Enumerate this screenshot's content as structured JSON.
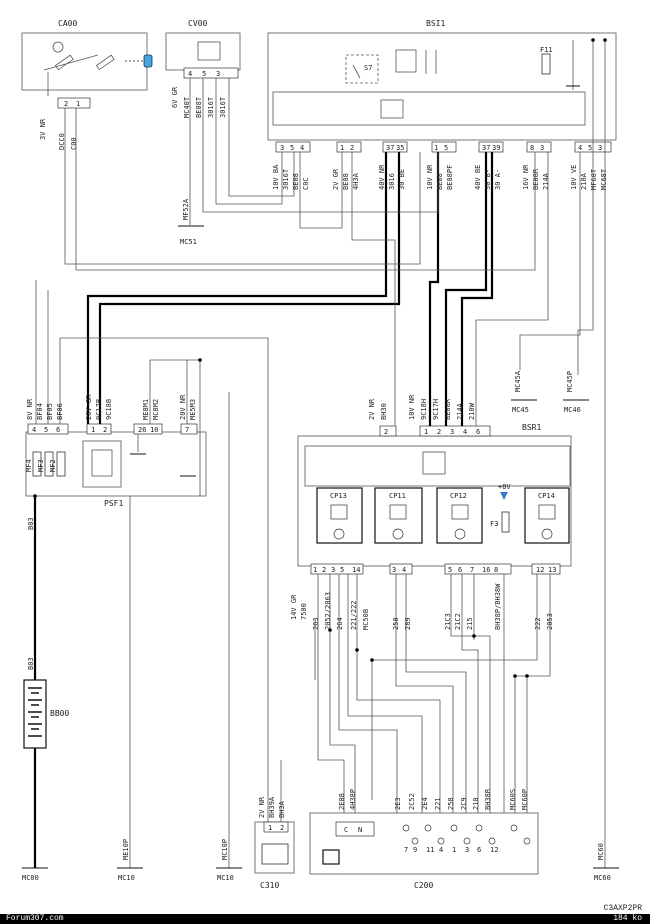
{
  "components": {
    "ca00": "CA00",
    "cv00": "CV00",
    "bsi1": "BSI1",
    "psf1": "PSF1",
    "bsr1": "BSR1",
    "batt": "BB00",
    "c310": "C310",
    "c200": "C200",
    "f11": "F11",
    "f3": "F3",
    "s7": "S7",
    "plus8v": "+8V"
  },
  "ground_labels": {
    "mf52a": "MF52A",
    "mc51": "MC51",
    "mc45a": "MC45A",
    "mc45p": "MC45P",
    "mc45": "MC45",
    "mc46": "MC46",
    "mc00": "MC00",
    "me10p": "ME10P",
    "mc10p": "MC10P",
    "mc10a": "MC10",
    "mc10b": "MC10",
    "mc60": "MC60",
    "mc60b": "MC60"
  },
  "ca00_conn": {
    "type": "3V NR",
    "pins": [
      "2",
      "1"
    ],
    "wires": [
      "DCC0",
      "C00"
    ]
  },
  "cv00_conn": {
    "type": "6V GR",
    "pins": [
      "4",
      "5",
      "3"
    ],
    "wires": [
      "MC40T",
      "BE08T",
      "3016T",
      "3016T"
    ]
  },
  "bsi1_conns": [
    {
      "type": "10V BA",
      "pins": [
        "3",
        "5",
        "4"
      ],
      "wires": [
        "3016T",
        "BE08",
        "C0C"
      ]
    },
    {
      "type": "2V GR",
      "pins": [
        "1",
        "2"
      ],
      "wires": [
        "BE08",
        "4H3A"
      ]
    },
    {
      "type": "40V NR",
      "pins": [
        "37",
        "35"
      ],
      "wires": [
        "3016",
        "30 BE"
      ]
    },
    {
      "type": "10V NR",
      "pins": [
        "1",
        "5"
      ],
      "wires": [
        "BE08",
        "BE08PF"
      ]
    },
    {
      "type": "40V BE",
      "pins": [
        "37",
        "39"
      ],
      "wires": [
        "30 B-",
        "30 A-"
      ]
    },
    {
      "type": "16V NR",
      "pins": [
        "8",
        "3"
      ],
      "wires": [
        "BE08R",
        "214A"
      ]
    },
    {
      "type": "10V VE",
      "pins": [
        "4",
        "5",
        "3"
      ],
      "wires": [
        "210A",
        "MF68T",
        "MC68T"
      ]
    }
  ],
  "psf1_conns": [
    {
      "type": "8V NR",
      "pins": [
        "4",
        "5",
        "6"
      ],
      "wires": [
        "BF04",
        "BF05",
        "BF06"
      ]
    },
    {
      "type": "28V GR",
      "pins": [
        "1",
        "2"
      ],
      "wires": [
        "9C17B",
        "9C18B"
      ]
    },
    {
      "type": "",
      "pins": [
        "26",
        "10"
      ],
      "wires": [
        "ME8M1",
        "MC8M2"
      ]
    },
    {
      "type": "20V NR",
      "pins": [
        "7"
      ],
      "wires": [
        "ME5M3"
      ]
    }
  ],
  "psf1_fuses": [
    "MF4",
    "MF3",
    "MF2"
  ],
  "bsr1_top": [
    {
      "type": "2V NR",
      "pins": [
        "2"
      ],
      "wires": [
        "BH30"
      ]
    },
    {
      "type": "10V NR",
      "pins": [
        "1",
        "2",
        "3",
        "4",
        "6"
      ],
      "wires": [
        "9C18H",
        "9C17H",
        "BE08R",
        "214A",
        "210W"
      ]
    }
  ],
  "bsr1_cps": [
    "CP13",
    "CP11",
    "CP12",
    "CP14"
  ],
  "bsr1_bottom": {
    "type": "14V GR",
    "side": "7500",
    "pins": [
      "1",
      "2",
      "3",
      "5",
      "14",
      "3",
      "4",
      "5",
      "6",
      "7",
      "16",
      "8",
      "12",
      "13"
    ],
    "wires": [
      "263",
      "2052/2063",
      "264",
      "221/222",
      "MC50B",
      "250",
      "289",
      "21C3",
      "21C2",
      "215",
      "BH38P/BH38W",
      "222",
      "2053"
    ]
  },
  "bb00_wire": "B03",
  "c310_conn": {
    "type": "2V NR",
    "pins": [
      "1",
      "2"
    ],
    "wires": [
      "BH39A",
      "BH3A"
    ]
  },
  "c200_labels": [
    "2E08",
    "4H38P",
    "2E3",
    "2C52",
    "2E4",
    "221",
    "250",
    "2C9",
    "210",
    "BH38R",
    "MC60S",
    "MC60P"
  ],
  "c200_pins": [
    "C",
    "N",
    "7",
    "9",
    "11",
    "4",
    "1",
    "3",
    "6",
    "12"
  ],
  "footer": {
    "left": "Forum307.com",
    "right": "184 ko",
    "ref": "C3AXP2PR"
  }
}
